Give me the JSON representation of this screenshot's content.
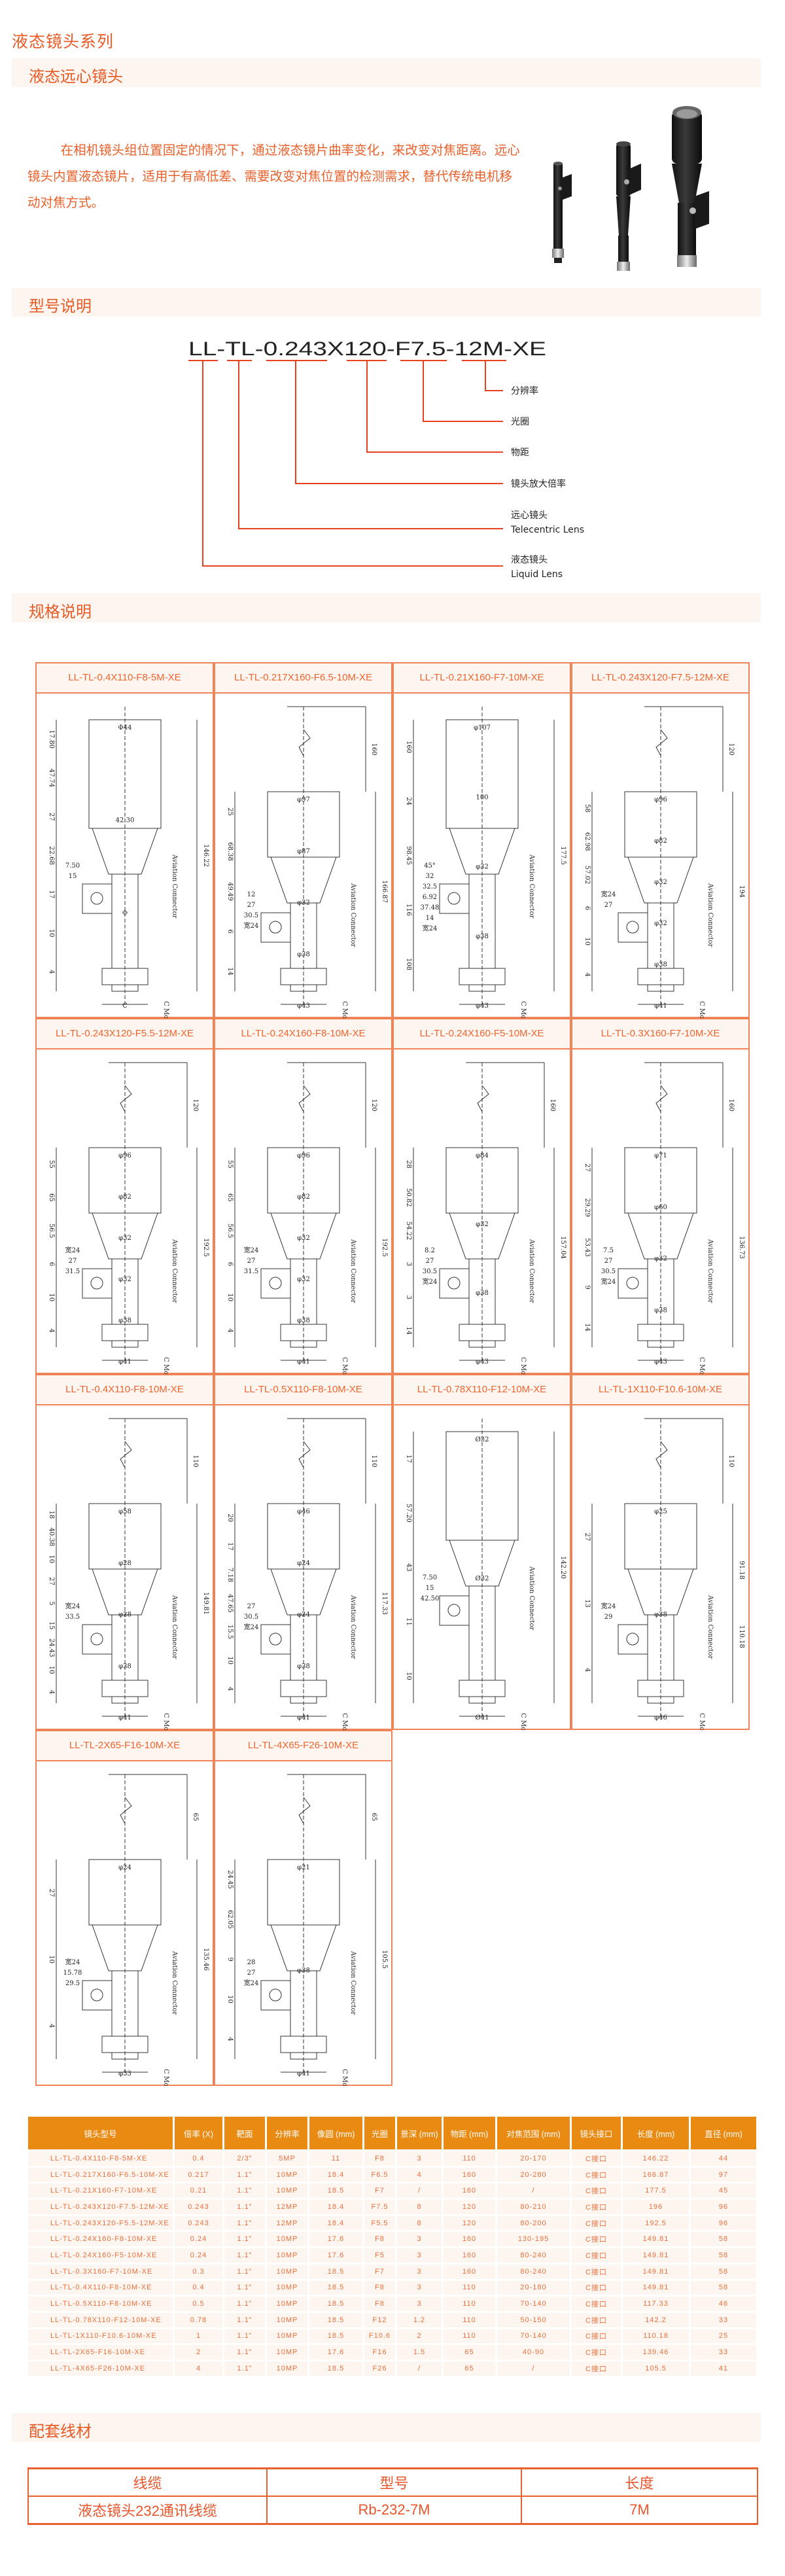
{
  "page_title": "液态镜头系列",
  "sections": {
    "series": "液态远心镜头",
    "model": "型号说明",
    "spec": "规格说明",
    "cable": "配套线材"
  },
  "intro": "在相机镜头组位置固定的情况下，通过液态镜片曲率变化，来改变对焦距离。远心镜头内置液态镜片，适用于有高低差、需要改变对焦位置的检测需求，替代传统电机移动对焦方式。",
  "model_diagram": {
    "example": "LL-TL-0.243X120-F7.5-12M-XE",
    "labels": [
      {
        "cn": "分辨率",
        "en": ""
      },
      {
        "cn": "光圈",
        "en": ""
      },
      {
        "cn": "物距",
        "en": ""
      },
      {
        "cn": "镜头放大倍率",
        "en": ""
      },
      {
        "cn": "远心镜头",
        "en": "Telecentric Lens"
      },
      {
        "cn": "液态镜头",
        "en": "Liquid Lens"
      }
    ]
  },
  "drawings": [
    {
      "title": "LL-TL-0.4X110-F8-5M-XE",
      "left": [
        "17.80",
        "47.74",
        "27",
        "22.68",
        "17",
        "10",
        "4"
      ],
      "right": [
        "",
        "146.22"
      ],
      "diam": [
        "Φ44",
        "42.30",
        "Φ",
        "C"
      ],
      "extra": [
        "7.50",
        "15"
      ]
    },
    {
      "title": "LL-TL-0.217X160-F6.5-10M-XE",
      "left": [
        "25",
        "68.38",
        "49.49",
        "6",
        "14"
      ],
      "right": [
        "160",
        "166.87"
      ],
      "diam": [
        "φ97",
        "φ87",
        "φ32",
        "φ38",
        "φ43"
      ],
      "extra": [
        "12",
        "27",
        "30.5",
        "宽24"
      ]
    },
    {
      "title": "LL-TL-0.21X160-F7-10M-XE",
      "left": [
        "160",
        "24",
        "98.45",
        "116",
        "108"
      ],
      "right": [
        "",
        "177.5"
      ],
      "diam": [
        "φ107",
        "100",
        "φ32",
        "φ38",
        "φ43"
      ],
      "extra": [
        "45°",
        "32",
        "32.5",
        "6.92",
        "37.48",
        "14",
        "宽24"
      ]
    },
    {
      "title": "LL-TL-0.243X120-F7.5-12M-XE",
      "left": [
        "58",
        "62.98",
        "57.02",
        "6",
        "10",
        "4"
      ],
      "right": [
        "120",
        "194"
      ],
      "diam": [
        "φ96",
        "φ82",
        "φ32",
        "φ32",
        "φ38",
        "φ41"
      ],
      "extra": [
        "宽24",
        "27"
      ]
    },
    {
      "title": "LL-TL-0.243X120-F5.5-12M-XE",
      "left": [
        "55",
        "65",
        "56.5",
        "6",
        "10",
        "4"
      ],
      "right": [
        "120",
        "192.5"
      ],
      "diam": [
        "φ96",
        "φ82",
        "φ32",
        "φ32",
        "φ38",
        "φ41"
      ],
      "extra": [
        "宽24",
        "27",
        "31.5"
      ]
    },
    {
      "title": "LL-TL-0.24X160-F8-10M-XE",
      "left": [
        "55",
        "65",
        "56.5",
        "6",
        "10",
        "4"
      ],
      "right": [
        "120",
        "192.5"
      ],
      "diam": [
        "φ96",
        "φ82",
        "φ32",
        "φ32",
        "φ38",
        "φ41"
      ],
      "extra": [
        "宽24",
        "27",
        "31.5"
      ]
    },
    {
      "title": "LL-TL-0.24X160-F5-10M-XE",
      "left": [
        "28",
        "50.82",
        "54.22",
        "3",
        "3",
        "14"
      ],
      "right": [
        "160",
        "157.04"
      ],
      "diam": [
        "φ84",
        "φ32",
        "φ38",
        "φ43"
      ],
      "extra": [
        "8.2",
        "27",
        "30.5",
        "宽24"
      ]
    },
    {
      "title": "LL-TL-0.3X160-F7-10M-XE",
      "left": [
        "27",
        "29.29",
        "53.43",
        "9",
        "14"
      ],
      "right": [
        "160",
        "136.73"
      ],
      "diam": [
        "φ71",
        "φ60",
        "φ32",
        "φ38",
        "φ43"
      ],
      "extra": [
        "7.5",
        "27",
        "30.5",
        "宽24"
      ]
    },
    {
      "title": "LL-TL-0.4X110-F8-10M-XE",
      "left": [
        "18",
        "40.38",
        "10",
        "27",
        "5",
        "15",
        "24.43",
        "10",
        "4"
      ],
      "right": [
        "110",
        "149.81"
      ],
      "diam": [
        "φ58",
        "φ28",
        "φ28",
        "φ38",
        "φ41"
      ],
      "extra": [
        "宽24",
        "33.5"
      ]
    },
    {
      "title": "LL-TL-0.5X110-F8-10M-XE",
      "left": [
        "20",
        "17",
        "7.18",
        "47.65",
        "15.5",
        "10",
        "4"
      ],
      "right": [
        "110",
        "117.33"
      ],
      "diam": [
        "φ46",
        "φ24",
        "φ24",
        "φ38",
        "φ41"
      ],
      "extra": [
        "27",
        "30.5",
        "宽24"
      ]
    },
    {
      "title": "LL-TL-0.78X110-F12-10M-XE",
      "left": [
        "17",
        "57.20",
        "43",
        "11",
        "10"
      ],
      "right": [
        "",
        "142.20"
      ],
      "diam": [
        "Ø32",
        "Ø32",
        "Ø41"
      ],
      "extra": [
        "7.50",
        "15",
        "42.50"
      ]
    },
    {
      "title": "LL-TL-1X110-F10.6-10M-XE",
      "left": [
        "27",
        "13",
        "4"
      ],
      "right": [
        "110",
        "91.18",
        "110.18"
      ],
      "diam": [
        "φ25",
        "φ38",
        "φ46"
      ],
      "extra": [
        "宽24",
        "29"
      ]
    },
    {
      "title": "LL-TL-2X65-F16-10M-XE",
      "left": [
        "27",
        "10",
        "4"
      ],
      "right": [
        "65",
        "135.46"
      ],
      "diam": [
        "φ24",
        "φ33"
      ],
      "extra": [
        "宽24",
        "15.78",
        "29.5"
      ]
    },
    {
      "title": "LL-TL-4X65-F26-10M-XE",
      "left": [
        "24.45",
        "62.05",
        "9",
        "10",
        "4"
      ],
      "right": [
        "65",
        "105.5"
      ],
      "diam": [
        "φ21",
        "φ38",
        "φ41"
      ],
      "extra": [
        "28",
        "27",
        "宽24"
      ]
    }
  ],
  "drawing_notes": {
    "connector": "Aviation Connector",
    "mount": "C Mount"
  },
  "spec_table": {
    "headers": [
      "镜头型号",
      "倍率 (X)",
      "靶面",
      "分辨率",
      "像圆 (mm)",
      "光圈",
      "景深 (mm)",
      "物距 (mm)",
      "对焦范围 (mm)",
      "镜头接口",
      "长度 (mm)",
      "直径 (mm)"
    ],
    "rows": [
      [
        "LL-TL-0.4X110-F8-5M-XE",
        "0.4",
        "2/3\"",
        "5MP",
        "11",
        "F8",
        "3",
        "110",
        "20-170",
        "C接口",
        "146.22",
        "44"
      ],
      [
        "LL-TL-0.217X160-F6.5-10M-XE",
        "0.217",
        "1.1\"",
        "10MP",
        "18.4",
        "F6.5",
        "4",
        "160",
        "20-280",
        "C接口",
        "166.87",
        "97"
      ],
      [
        "LL-TL-0.21X160-F7-10M-XE",
        "0.21",
        "1.1\"",
        "10MP",
        "18.5",
        "F7",
        "/",
        "160",
        "/",
        "C接口",
        "177.5",
        "45"
      ],
      [
        "LL-TL-0.243X120-F7.5-12M-XE",
        "0.243",
        "1.1\"",
        "12MP",
        "18.4",
        "F7.5",
        "8",
        "120",
        "80-210",
        "C接口",
        "196",
        "96"
      ],
      [
        "LL-TL-0.243X120-F5.5-12M-XE",
        "0.243",
        "1.1\"",
        "12MP",
        "18.4",
        "F5.5",
        "8",
        "120",
        "80-200",
        "C接口",
        "192.5",
        "96"
      ],
      [
        "LL-TL-0.24X160-F8-10M-XE",
        "0.24",
        "1.1\"",
        "10MP",
        "17.6",
        "F8",
        "3",
        "160",
        "130-195",
        "C接口",
        "149.81",
        "58"
      ],
      [
        "LL-TL-0.24X160-F5-10M-XE",
        "0.24",
        "1.1\"",
        "10MP",
        "17.6",
        "F5",
        "3",
        "160",
        "80-240",
        "C接口",
        "149.81",
        "58"
      ],
      [
        "LL-TL-0.3X160-F7-10M-XE",
        "0.3",
        "1.1\"",
        "10MP",
        "18.5",
        "F7",
        "3",
        "160",
        "80-240",
        "C接口",
        "149.81",
        "58"
      ],
      [
        "LL-TL-0.4X110-F8-10M-XE",
        "0.4",
        "1.1\"",
        "10MP",
        "18.5",
        "F8",
        "3",
        "110",
        "20-180",
        "C接口",
        "149.81",
        "58"
      ],
      [
        "LL-TL-0.5X110-F8-10M-XE",
        "0.5",
        "1.1\"",
        "10MP",
        "18.5",
        "F8",
        "3",
        "110",
        "70-140",
        "C接口",
        "117.33",
        "46"
      ],
      [
        "LL-TL-0.78X110-F12-10M-XE",
        "0.78",
        "1.1\"",
        "10MP",
        "18.5",
        "F12",
        "1.2",
        "110",
        "50-150",
        "C接口",
        "142.2",
        "33"
      ],
      [
        "LL-TL-1X110-F10.6-10M-XE",
        "1",
        "1.1\"",
        "10MP",
        "18.5",
        "F10.6",
        "2",
        "110",
        "70-140",
        "C接口",
        "110.18",
        "25"
      ],
      [
        "LL-TL-2X65-F16-10M-XE",
        "2",
        "1.1\"",
        "10MP",
        "17.6",
        "F16",
        "1.5",
        "65",
        "40-90",
        "C接口",
        "139.46",
        "33"
      ],
      [
        "LL-TL-4X65-F26-10M-XE",
        "4",
        "1.1\"",
        "10MP",
        "18.5",
        "F26",
        "/",
        "65",
        "/",
        "C接口",
        "105.5",
        "41"
      ]
    ]
  },
  "cable_table": {
    "headers": [
      "线缆",
      "型号",
      "长度"
    ],
    "rows": [
      [
        "液态镜头232通讯线缆",
        "Rb-232-7M",
        "7M"
      ]
    ]
  },
  "colors": {
    "accent": "#e85a25",
    "band": "#fdf5ef",
    "table_header": "#e98a12",
    "grid_border": "#ef8458"
  }
}
